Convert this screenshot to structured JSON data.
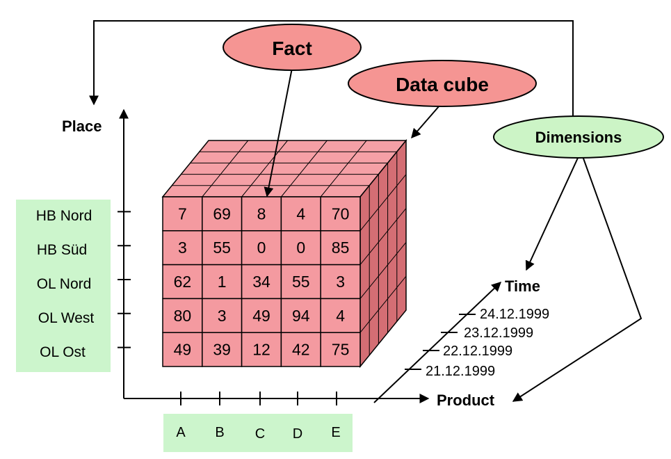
{
  "colors": {
    "cube_front": "#f49aa0",
    "cube_top": "#f5a0a6",
    "cube_side": "#d46e74",
    "callout_red": "#f59593",
    "callout_green": "#ccf4c6",
    "label_box_green": "#ccf5cc",
    "line": "#000000"
  },
  "callouts": {
    "fact": "Fact",
    "data_cube": "Data cube",
    "dimensions": "Dimensions"
  },
  "axes": {
    "place": "Place",
    "time": "Time",
    "product": "Product"
  },
  "places": [
    "HB Nord",
    "HB Süd",
    "OL Nord",
    "OL West",
    "OL Ost"
  ],
  "products": [
    "A",
    "B",
    "C",
    "D",
    "E"
  ],
  "dates": [
    "24.12.1999",
    "23.12.1999",
    "22.12.1999",
    "21.12.1999"
  ],
  "front_face": [
    [
      "7",
      "69",
      "8",
      "4",
      "70"
    ],
    [
      "3",
      "55",
      "0",
      "0",
      "85"
    ],
    [
      "62",
      "1",
      "34",
      "55",
      "3"
    ],
    [
      "80",
      "3",
      "49",
      "94",
      "4"
    ],
    [
      "49",
      "39",
      "12",
      "42",
      "75"
    ]
  ]
}
